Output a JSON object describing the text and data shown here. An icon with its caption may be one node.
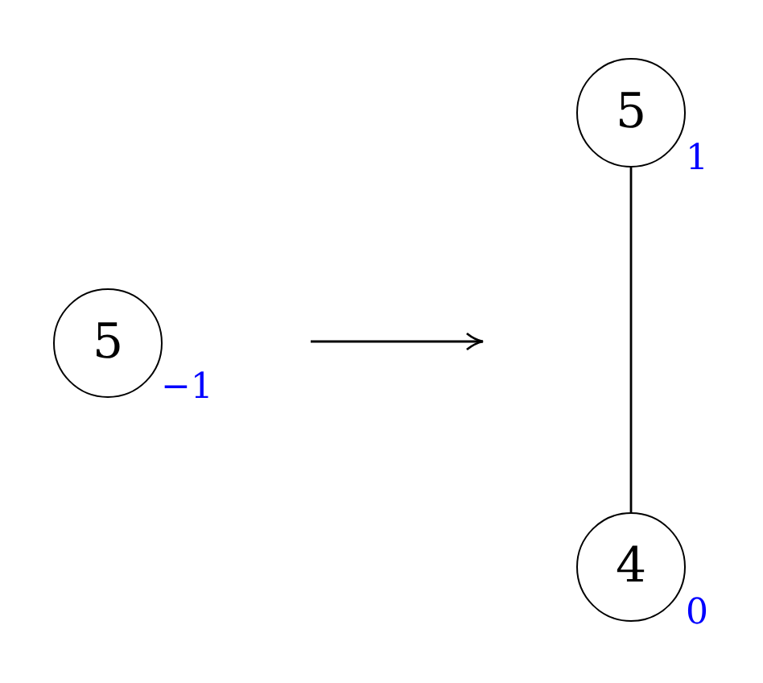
{
  "diagram": {
    "nodes": [
      {
        "text": [
          "5"
        ],
        "beside": [
          "−1"
        ]
      },
      {
        "text": [
          "5"
        ],
        "beside": [
          "1"
        ]
      },
      {
        "text": [
          "4"
        ],
        "beside": [
          "0"
        ]
      }
    ],
    "edges": [
      {
        "from": 1,
        "to": 2,
        "arrow": "none"
      }
    ]
  }
}
